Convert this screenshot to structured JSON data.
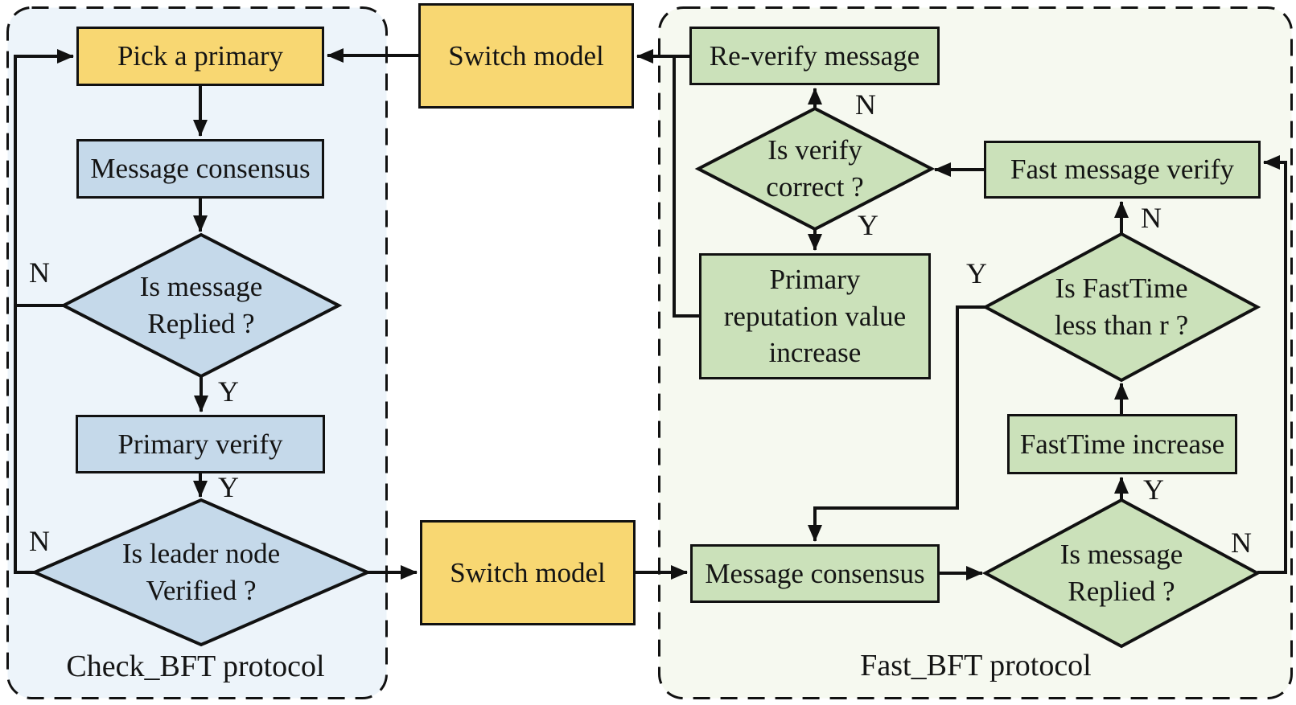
{
  "panels": {
    "check": {
      "title": "Check_BFT protocol",
      "nodes": {
        "pick_primary": "Pick a primary",
        "message_consensus": "Message consensus",
        "is_message_replied": "Is message\nReplied ?",
        "primary_verify": "Primary verify",
        "is_leader_verified": "Is leader node\nVerified ?"
      }
    },
    "fast": {
      "title": "Fast_BFT protocol",
      "nodes": {
        "reverify_message": "Re-verify message",
        "is_verify_correct": "Is verify\ncorrect ?",
        "primary_reputation": "Primary\nreputation value\nincrease",
        "fast_message_verify": "Fast message verify",
        "is_fasttime_less": "Is FastTime\nless than r ?",
        "fasttime_increase": "FastTime increase",
        "message_consensus": "Message consensus",
        "is_message_replied": "Is message\nReplied ?"
      }
    },
    "switch": {
      "top": "Switch model",
      "bottom": "Switch model"
    }
  },
  "branch_labels": {
    "yes": "Y",
    "no": "N"
  },
  "colors": {
    "process_yellow": "#F8D772",
    "process_blue": "#C5D9EA",
    "process_green": "#CBE1BA",
    "check_panel_bg": "#EDF4FA",
    "fast_panel_bg": "#F6F9F0",
    "line": "#111111"
  }
}
